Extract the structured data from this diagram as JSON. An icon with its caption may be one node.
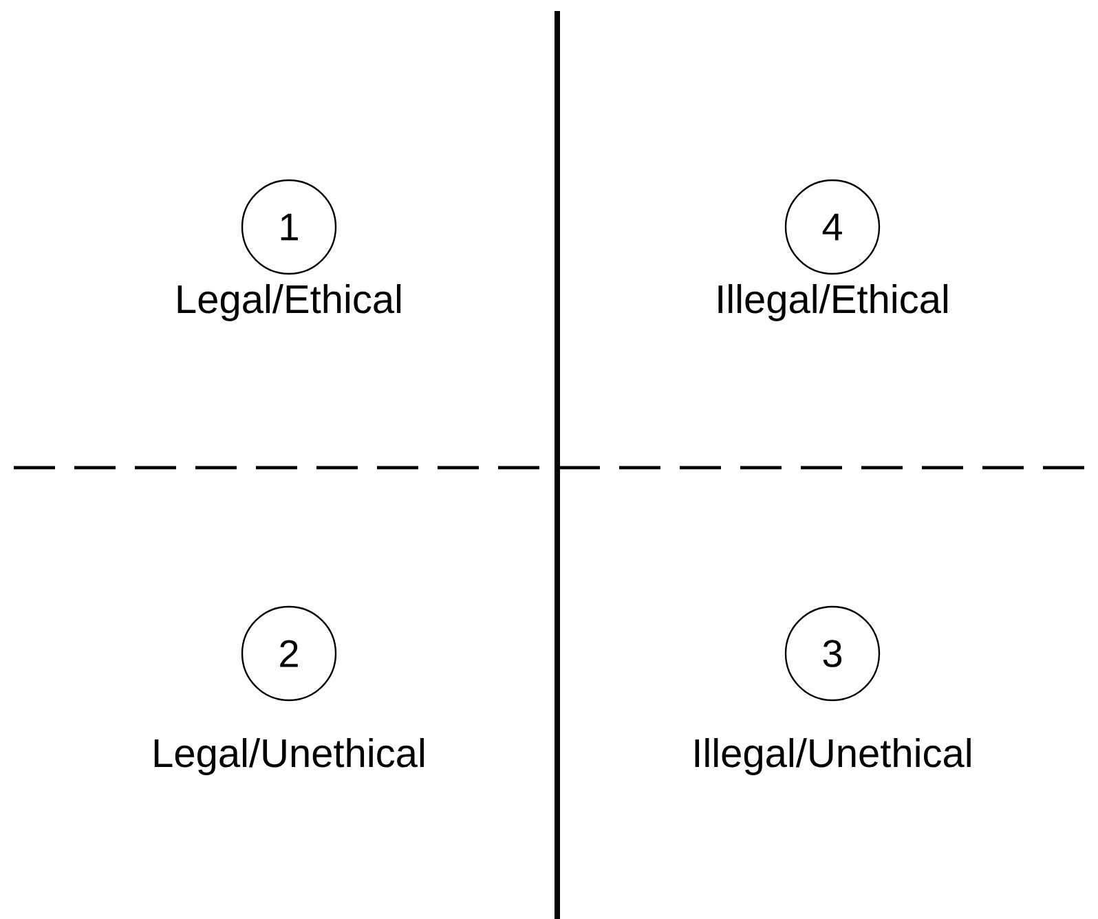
{
  "diagram": {
    "nodes": [
      {
        "text": [
          "1",
          "Legal/Ethical"
        ]
      },
      {
        "text": [
          "4",
          "Illegal/Ethical"
        ]
      },
      {
        "text": [
          "2",
          "Legal/Unethical"
        ]
      },
      {
        "text": [
          "3",
          "Illegal/Unethical"
        ]
      }
    ]
  }
}
